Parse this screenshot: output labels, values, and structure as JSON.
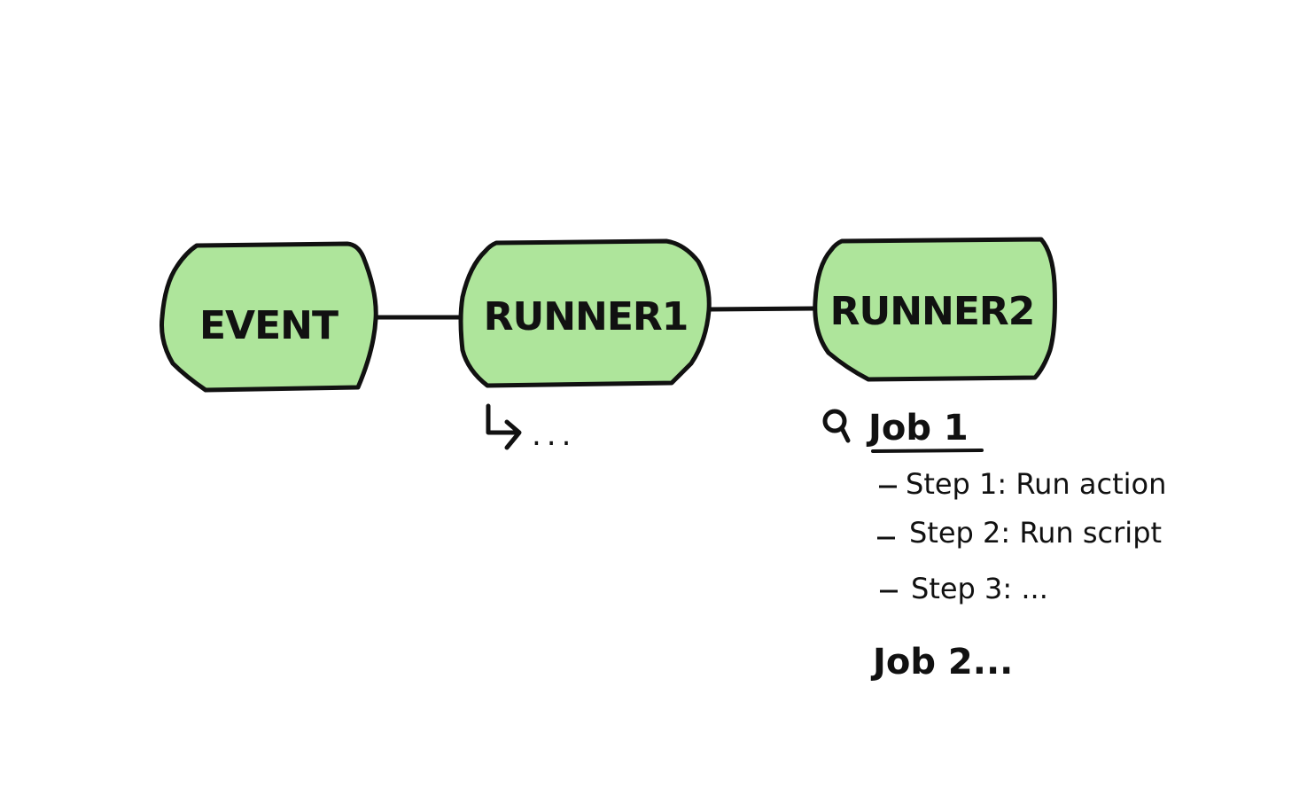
{
  "colors": {
    "node_fill": "#aee59b",
    "node_stroke": "#111111",
    "connector": "#111111",
    "text": "#111111",
    "background": "#ffffff"
  },
  "nodes": [
    {
      "id": "event",
      "label": "EVENT"
    },
    {
      "id": "runner1",
      "label": "RUNNER1"
    },
    {
      "id": "runner2",
      "label": "RUNNER2"
    }
  ],
  "runner1_more": "...",
  "jobs": {
    "job1": {
      "title": "Job 1",
      "steps": [
        "Step 1: Run action",
        "Step 2: Run script",
        "Step 3: ..."
      ]
    },
    "job2": {
      "title": "Job 2..."
    }
  },
  "icons": {
    "job1_marker": "magnifier-icon",
    "runner1_branch": "return-arrow-icon"
  }
}
